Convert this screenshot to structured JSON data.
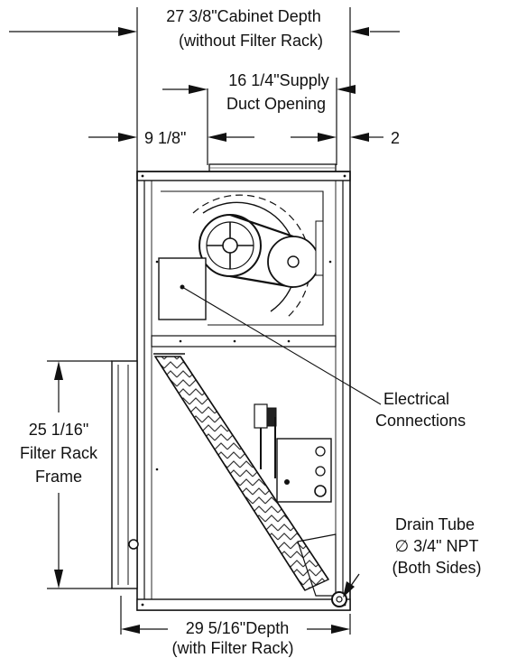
{
  "dimensions": {
    "cabinet_depth": {
      "line1": "27 3/8\"Cabinet Depth",
      "line2": "(without Filter Rack)"
    },
    "supply_duct": {
      "line1": "16 1/4\"Supply",
      "line2": "Duct Opening"
    },
    "left_offset": "9 1/8\"",
    "right_offset": "2",
    "filter_rack_frame": {
      "line1": "25 1/16\"",
      "line2": "Filter Rack",
      "line3": "Frame"
    },
    "depth_with_rack": {
      "line1": "29 5/16\"Depth",
      "line2": "(with Filter  Rack)"
    }
  },
  "callouts": {
    "electrical": {
      "line1": "Electrical",
      "line2": "Connections"
    },
    "drain": {
      "line1": "Drain Tube",
      "line2": "∅ 3/4\" NPT",
      "line3": "(Both Sides)"
    }
  }
}
